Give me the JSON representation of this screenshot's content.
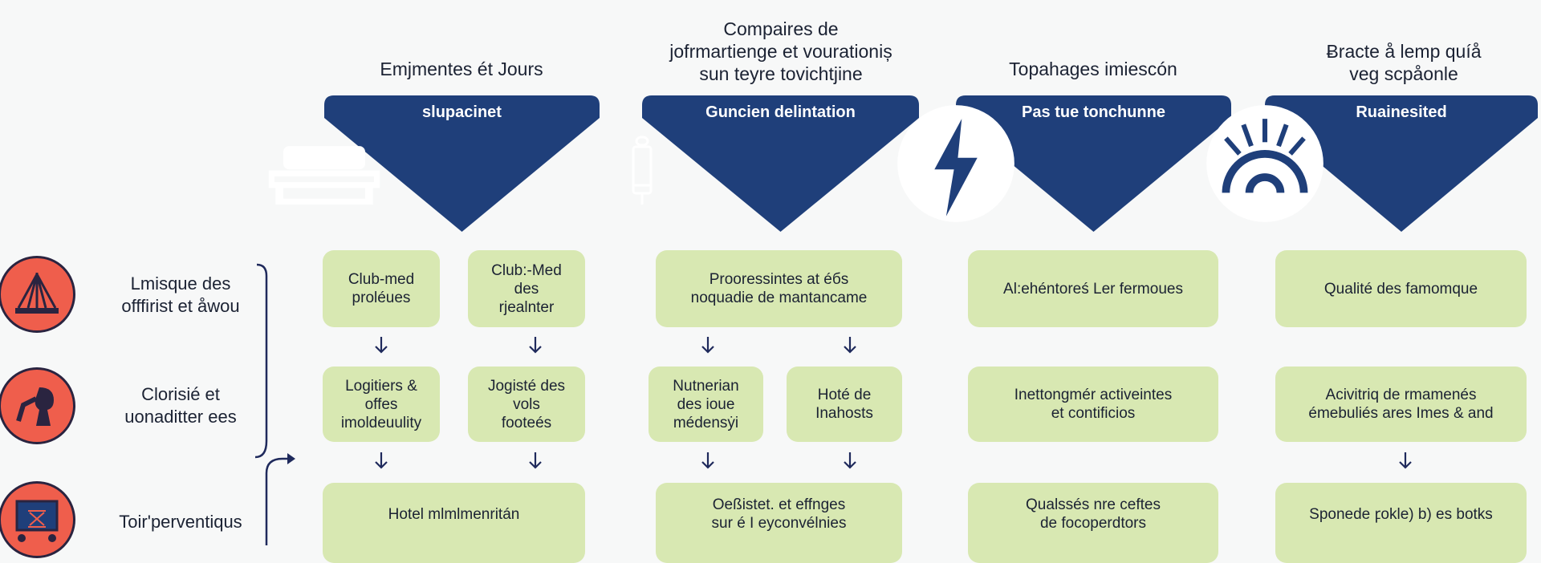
{
  "colors": {
    "navy": "#1f3f7a",
    "box": "#d8e8b2",
    "red": "#ef5e4c",
    "arrow": "#1f2a5c"
  },
  "columns": [
    {
      "title": [
        "Emjmentes ét Jours"
      ],
      "banner": "slupacinet",
      "icon": "bed-icon"
    },
    {
      "title": [
        "Compaires de",
        "jofrmartienge et vourationiș",
        "sun teyre tovichtjine"
      ],
      "banner": "Guncien delintation",
      "icon": "syringe-icon"
    },
    {
      "title": [
        "Topahages imiescón"
      ],
      "banner": "Pas tue tonchunne",
      "icon": "lightning-icon"
    },
    {
      "title": [
        "Ƀracte å lemp quíå",
        "veg scpåonle"
      ],
      "banner": "Ruainesited",
      "icon": "sunrise-icon"
    }
  ],
  "side": [
    {
      "label": [
        "Lmisque des",
        "offfirist et åwou"
      ],
      "icon": "tent-icon"
    },
    {
      "label": [
        "Clorisié et",
        "uonaditter ees"
      ],
      "icon": "megaphone-icon"
    },
    {
      "label": [
        "Toir'perventiqus"
      ],
      "icon": "presentation-icon"
    }
  ],
  "boxes": {
    "c1r1a": [
      "Club-med",
      "proléues"
    ],
    "c1r1b": [
      "Club:-Med",
      "des",
      "rjealnter"
    ],
    "c1r2a": [
      "Logitiers &",
      "offes",
      "imoldeuulity"
    ],
    "c1r2b": [
      "Jogisté des",
      "vols",
      "footeés"
    ],
    "c1r3": [
      "Hotel mlmlmenritán"
    ],
    "c2r1": [
      "Prooressintes at éбs",
      "noquadie de mantancame"
    ],
    "c2r2a": [
      "Nutnerian",
      "des ioue",
      "médensẏi"
    ],
    "c2r2b": [
      "Hoté de",
      "Inahosts"
    ],
    "c2r3": [
      "Oeßistet. et effnges",
      "sur é I eyconvélnies"
    ],
    "c3r1": [
      "Al:ehéntoreś Ler fermoues"
    ],
    "c3r2": [
      "Inettongmér activeintes",
      "et contificios"
    ],
    "c3r3": [
      "Qualssés nre ceftes",
      "de focoperdtors"
    ],
    "c4r1": [
      "Qualité des famomque"
    ],
    "c4r2": [
      "Acivitriq de rmamenés",
      "émebuliés ares Imes & and"
    ],
    "c4r3": [
      "Sponede ꝼokle) b) es botks"
    ]
  }
}
